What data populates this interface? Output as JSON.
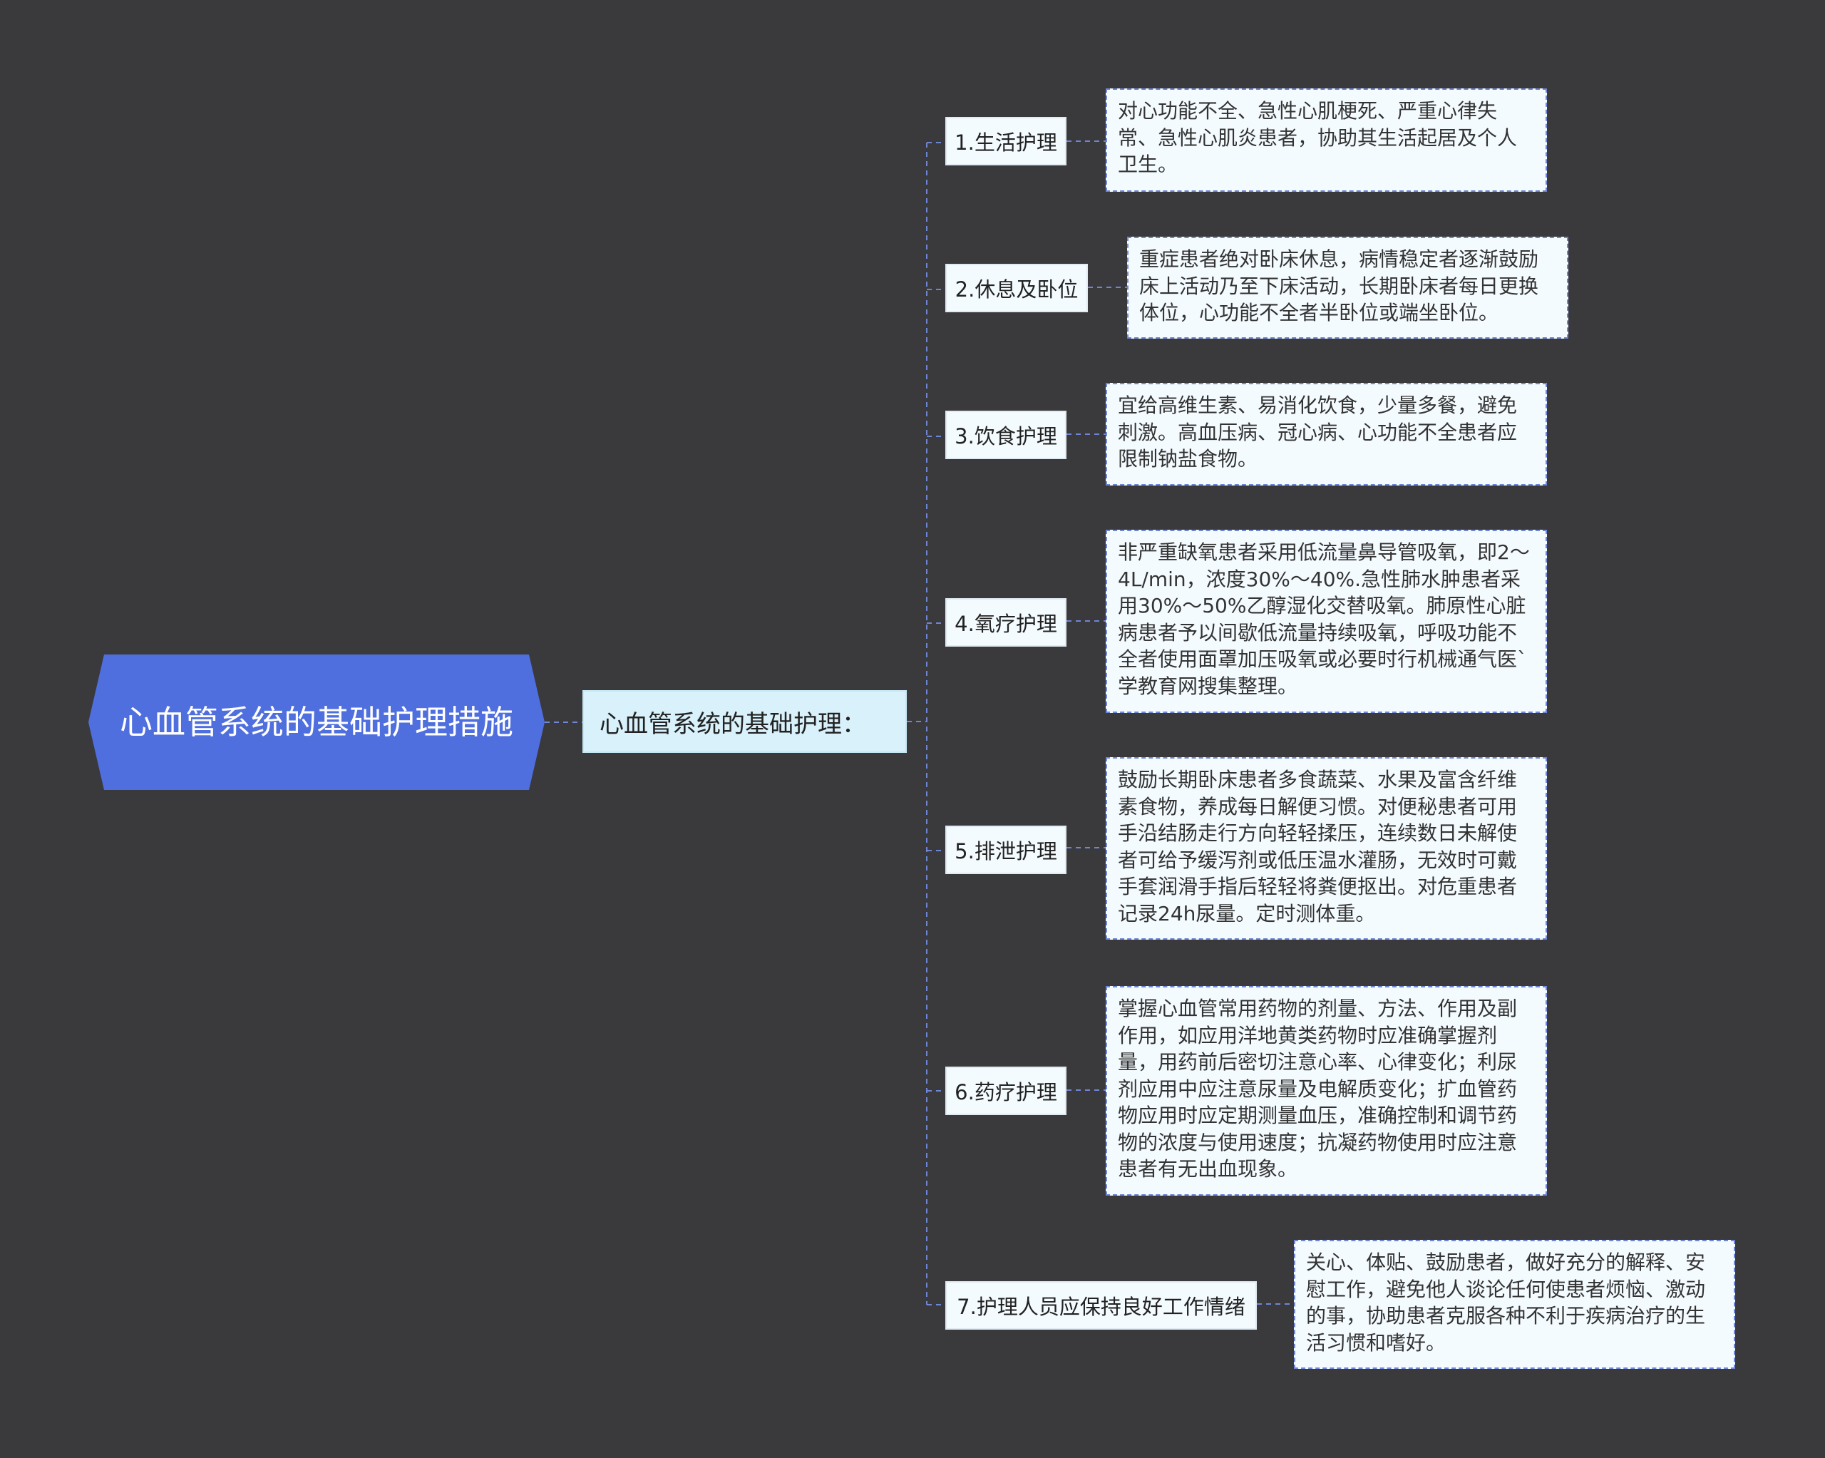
{
  "root": {
    "title": "心血管系统的基础护理措施"
  },
  "hub": {
    "label": "心血管系统的基础护理："
  },
  "branches": [
    {
      "label": "1.生活护理",
      "detail": "对心功能不全、急性心肌梗死、严重心律失常、急性心肌炎患者，协助其生活起居及个人卫生。"
    },
    {
      "label": "2.休息及卧位",
      "detail": "重症患者绝对卧床休息，病情稳定者逐渐鼓励床上活动乃至下床活动，长期卧床者每日更换体位，心功能不全者半卧位或端坐卧位。"
    },
    {
      "label": "3.饮食护理",
      "detail": "宜给高维生素、易消化饮食，少量多餐，避免刺激。高血压病、冠心病、心功能不全患者应限制钠盐食物。"
    },
    {
      "label": "4.氧疗护理",
      "detail": "非严重缺氧患者采用低流量鼻导管吸氧，即2～4L/min，浓度30%～40%.急性肺水肿患者采用30%～50%乙醇湿化交替吸氧。肺原性心脏病患者予以间歇低流量持续吸氧，呼吸功能不全者使用面罩加压吸氧或必要时行机械通气医`学教育网搜集整理。"
    },
    {
      "label": "5.排泄护理",
      "detail": "鼓励长期卧床患者多食蔬菜、水果及富含纤维素食物，养成每日解便习惯。对便秘患者可用手沿结肠走行方向轻轻揉压，连续数日未解使者可给予缓泻剂或低压温水灌肠，无效时可戴手套润滑手指后轻轻将粪便抠出。对危重患者记录24h尿量。定时测体重。"
    },
    {
      "label": "6.药疗护理",
      "detail": "掌握心血管常用药物的剂量、方法、作用及副作用，如应用洋地黄类药物时应准确掌握剂量，用药前后密切注意心率、心律变化；利尿剂应用中应注意尿量及电解质变化；扩血管药物应用时应定期测量血压，准确控制和调节药物的浓度与使用速度；抗凝药物使用时应注意患者有无出血现象。"
    },
    {
      "label": "7.护理人员应保持良好工作情绪",
      "detail": "关心、体贴、鼓励患者，做好充分的解释、安慰工作，避免他人谈论任何使患者烦恼、激动的事，协助患者克服各种不利于疾病治疗的生活习惯和嗜好。"
    }
  ],
  "colors": {
    "background": "#3a393c",
    "root_fill": "#4f6fdf",
    "hub_fill": "#d9f1fb",
    "node_fill": "#f4fbff",
    "connector": "#6f86d6"
  }
}
